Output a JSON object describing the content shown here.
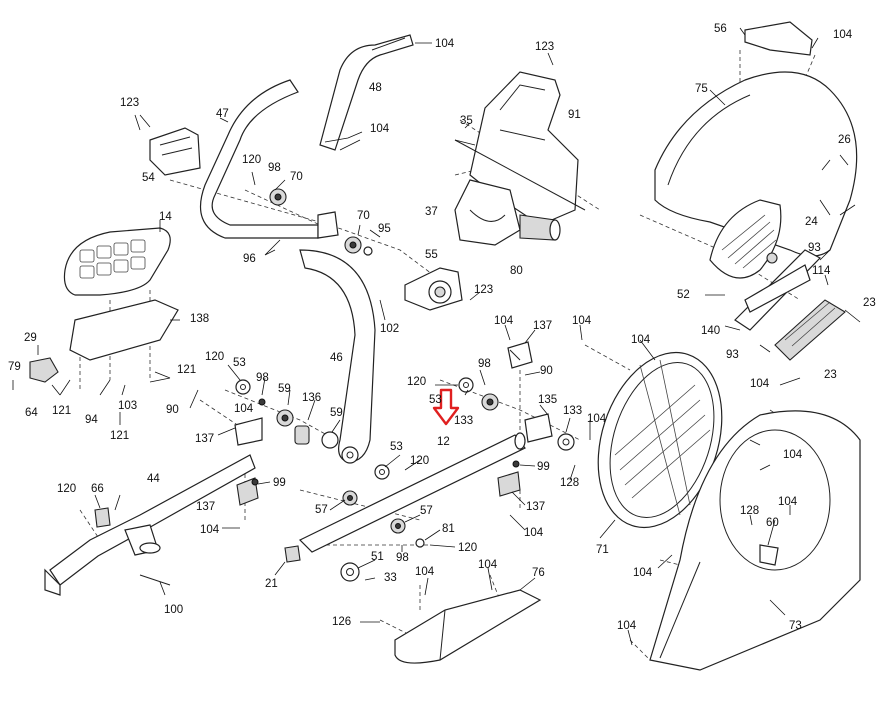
{
  "labels": {
    "l104_top": "104",
    "l56": "56",
    "l104_56": "104",
    "l123_top": "123",
    "l48": "48",
    "l104_48": "104",
    "l75": "75",
    "l123_left": "123",
    "l47": "47",
    "l91": "91",
    "l35": "35",
    "l26": "26",
    "l54": "54",
    "l120_a": "120",
    "l98_a": "98",
    "l70_a": "70",
    "l37": "37",
    "l14": "14",
    "l70_b": "70",
    "l95": "95",
    "l24": "24",
    "l96": "96",
    "l93_a": "93",
    "l80": "80",
    "l55": "55",
    "l114": "114",
    "l123_mid": "123",
    "l52": "52",
    "l23_a": "23",
    "l138": "138",
    "l102": "102",
    "l104_b": "104",
    "l137_a": "137",
    "l104_c": "104",
    "l140": "140",
    "l29": "29",
    "l104_d": "104",
    "l46": "46",
    "l93_b": "93",
    "l120_b": "120",
    "l53_a": "53",
    "l98_b": "98",
    "l90_a": "90",
    "l120_c": "120",
    "l79": "79",
    "l121_a": "121",
    "l98_c": "98",
    "l23_b": "23",
    "l104_e": "104",
    "l64": "64",
    "l121_b": "121",
    "l103": "103",
    "l90_b": "90",
    "l59_a": "59",
    "l136": "136",
    "l53_b": "53",
    "l135": "135",
    "l94": "94",
    "l104_f": "104",
    "l133_a": "133",
    "l133_b": "133",
    "l104_g": "104",
    "l121_c": "121",
    "l137_b": "137",
    "l59_b": "59",
    "l12": "12",
    "l104_h": "104",
    "l53_c": "53",
    "l99_a": "99",
    "l120_d": "120",
    "l128_a": "128",
    "l44": "44",
    "l120_e": "120",
    "l66": "66",
    "l99_b": "99",
    "l137_c": "137",
    "l104_i": "104",
    "l57_a": "57",
    "l137_d": "137",
    "l104_j": "104",
    "l57_b": "57",
    "l128_b": "128",
    "l60": "60",
    "l104_k": "104",
    "l81": "81",
    "l71": "71",
    "l98_d": "98",
    "l120_f": "120",
    "l51": "51",
    "l104_l": "104",
    "l21": "21",
    "l104_m": "104",
    "l104_n": "104",
    "l76": "76",
    "l33": "33",
    "l100": "100",
    "l126": "126",
    "l73": "73",
    "l104_o": "104"
  },
  "highlight": {
    "target_part": "12",
    "arrow_color": "#e02020"
  }
}
